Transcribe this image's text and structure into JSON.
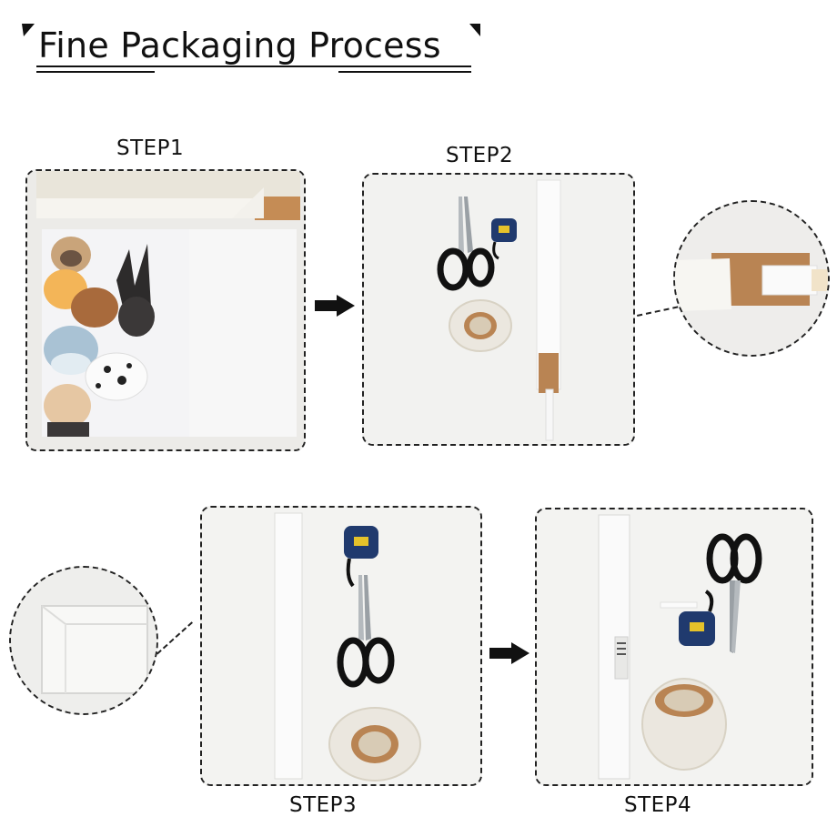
{
  "title": "Fine Packaging Process",
  "steps": [
    {
      "label": "STEP1"
    },
    {
      "label": "STEP2"
    },
    {
      "label": "STEP3"
    },
    {
      "label": "STEP4"
    }
  ],
  "colors": {
    "ink": "#111111",
    "kraft": "#b98453",
    "tape_blue": "#203a6e",
    "tape_yellow": "#e5c22a",
    "panel_bg": "#f1f1ef"
  },
  "icons": [
    "arrow-right-icon",
    "scissors-icon",
    "tape-measure-icon",
    "tape-roll-icon"
  ]
}
